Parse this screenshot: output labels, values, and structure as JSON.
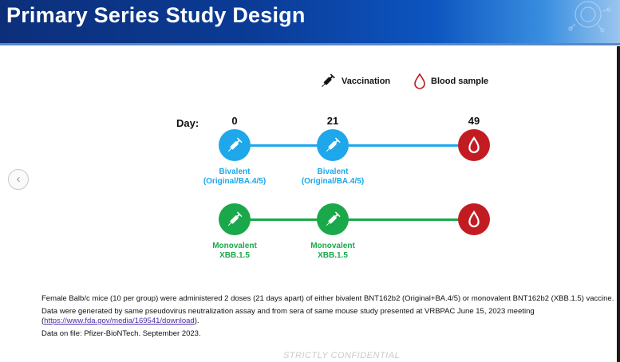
{
  "header": {
    "title": "Primary Series Study Design"
  },
  "legend": {
    "vaccination_label": "Vaccination",
    "blood_label": "Blood sample"
  },
  "timeline": {
    "day_label": "Day:",
    "days": [
      "0",
      "21",
      "49"
    ]
  },
  "groups": [
    {
      "color": "#1ea7ea",
      "captions": [
        [
          "Bivalent",
          "(Original/BA.4/5)"
        ],
        [
          "Bivalent",
          "(Original/BA.4/5)"
        ]
      ]
    },
    {
      "color": "#1aa84a",
      "captions": [
        [
          "Monovalent",
          "XBB.1.5"
        ],
        [
          "Monovalent",
          "XBB.1.5"
        ]
      ]
    }
  ],
  "notes": {
    "line1": "Female Balb/c mice (10 per group) were administered 2 doses (21 days apart) of either bivalent BNT162b2 (Original+BA.4/5) or monovalent BNT162b2 (XBB.1.5) vaccine.",
    "line2_text": "Data were generated by same pseudovirus neutralization assay and from sera of same mouse study presented at VRBPAC June 15, 2023 meeting (",
    "line2_link": "https://www.fda.gov/media/169541/download",
    "line2_end": ").",
    "line3": "Data on file: Pfizer-BioNTech. September 2023."
  },
  "footer": {
    "confidential": "STRICTLY CONFIDENTIAL"
  },
  "colors": {
    "blue": "#1ea7ea",
    "green": "#1aa84a",
    "red": "#c21c22",
    "header": "#0a3b95"
  },
  "icons": [
    "syringe-icon",
    "blood-drop-icon",
    "chevron-left-icon"
  ]
}
